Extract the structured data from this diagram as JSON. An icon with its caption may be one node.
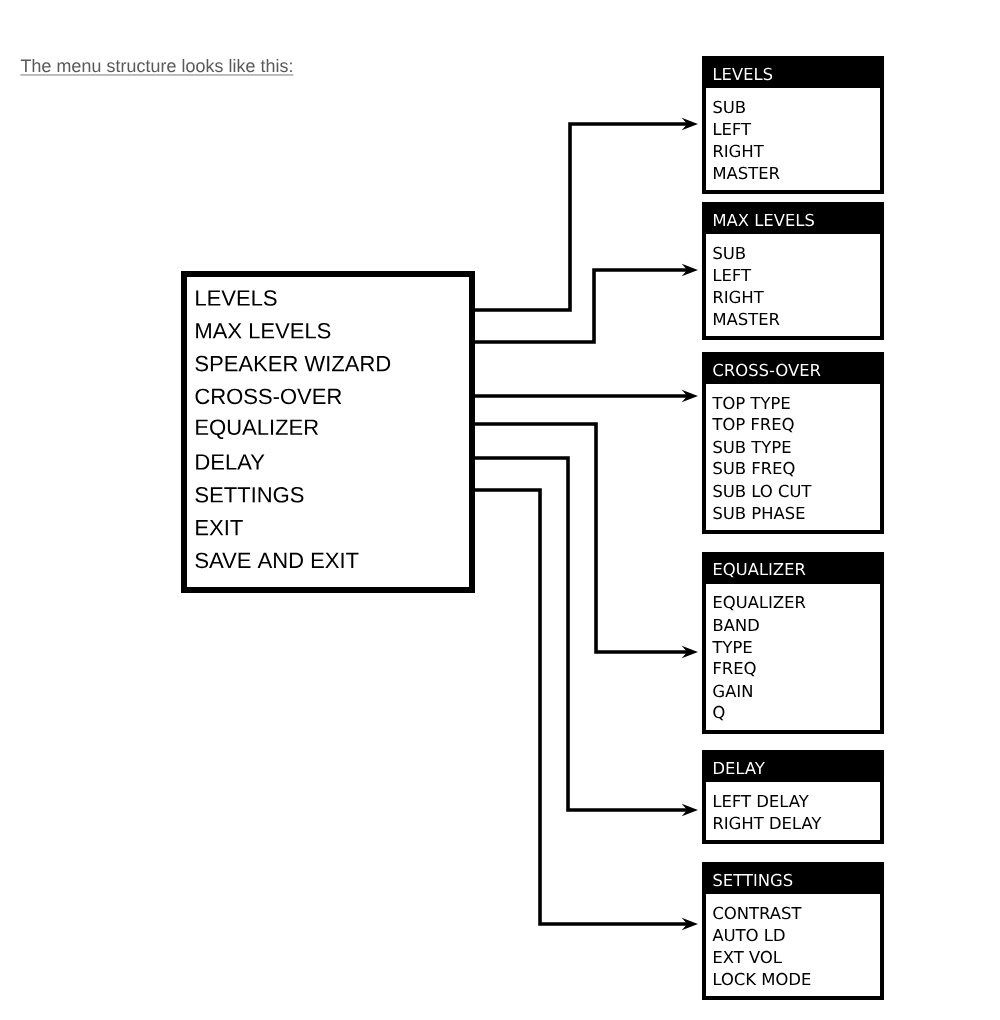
{
  "diagram": {
    "title": "The menu structure looks like this:",
    "nodes": [
      {
        "text": [
          "LEVELS",
          "MAX LEVELS",
          "SPEAKER WIZARD",
          "CROSS-OVER",
          "EQUALIZER",
          "DELAY",
          "SETTINGS",
          "EXIT",
          "SAVE AND EXIT"
        ]
      },
      {
        "text": [
          "LEVELS",
          "SUB",
          "LEFT",
          "RIGHT",
          "MASTER"
        ]
      },
      {
        "text": [
          "MAX LEVELS",
          "SUB",
          "LEFT",
          "RIGHT",
          "MASTER"
        ]
      },
      {
        "text": [
          "CROSS-OVER",
          "TOP TYPE",
          "TOP FREQ",
          "SUB TYPE",
          "SUB FREQ",
          "SUB LO CUT",
          "SUB PHASE"
        ]
      },
      {
        "text": [
          "EQUALIZER",
          "EQUALIZER",
          "BAND",
          "TYPE",
          "FREQ",
          "GAIN",
          "Q"
        ]
      },
      {
        "text": [
          "DELAY",
          "LEFT DELAY",
          "RIGHT DELAY"
        ]
      },
      {
        "text": [
          "SETTINGS",
          "CONTRAST",
          "AUTO LD",
          "EXT VOL",
          "LOCK MODE"
        ]
      }
    ],
    "edges": [
      {
        "from": 0,
        "to": 1,
        "arrow": "to"
      },
      {
        "from": 0,
        "to": 2,
        "arrow": "to"
      },
      {
        "from": 0,
        "to": 3,
        "arrow": "to"
      },
      {
        "from": 0,
        "to": 4,
        "arrow": "to"
      },
      {
        "from": 0,
        "to": 5,
        "arrow": "to"
      },
      {
        "from": 0,
        "to": 6,
        "arrow": "to"
      }
    ]
  }
}
